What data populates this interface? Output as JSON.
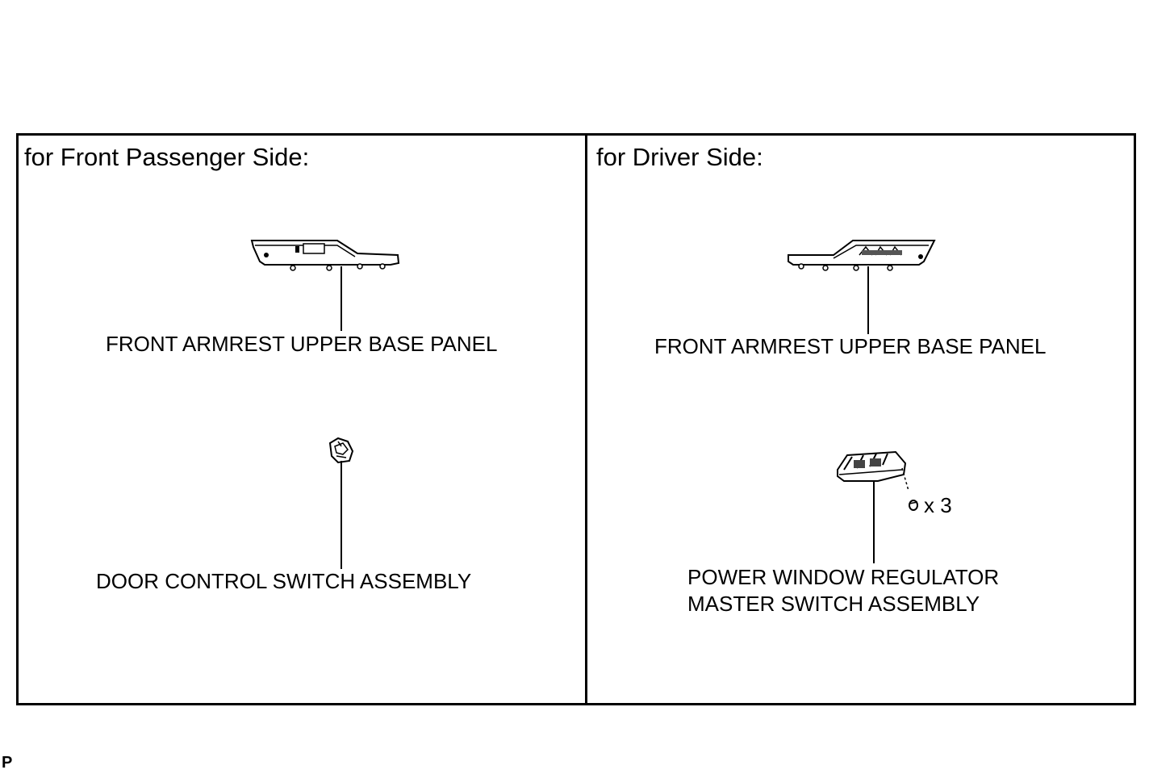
{
  "diagram": {
    "left_panel": {
      "heading": "for Front Passenger Side:",
      "part_top_label": "FRONT ARMREST UPPER BASE PANEL",
      "part_bottom_label": "DOOR CONTROL SWITCH ASSEMBLY"
    },
    "right_panel": {
      "heading": "for Driver Side:",
      "part_top_label": "FRONT ARMREST UPPER BASE PANEL",
      "part_bottom_label_line1": "POWER WINDOW REGULATOR",
      "part_bottom_label_line2": "MASTER SWITCH ASSEMBLY",
      "screw_count": "x 3"
    },
    "footer_code": "P"
  }
}
